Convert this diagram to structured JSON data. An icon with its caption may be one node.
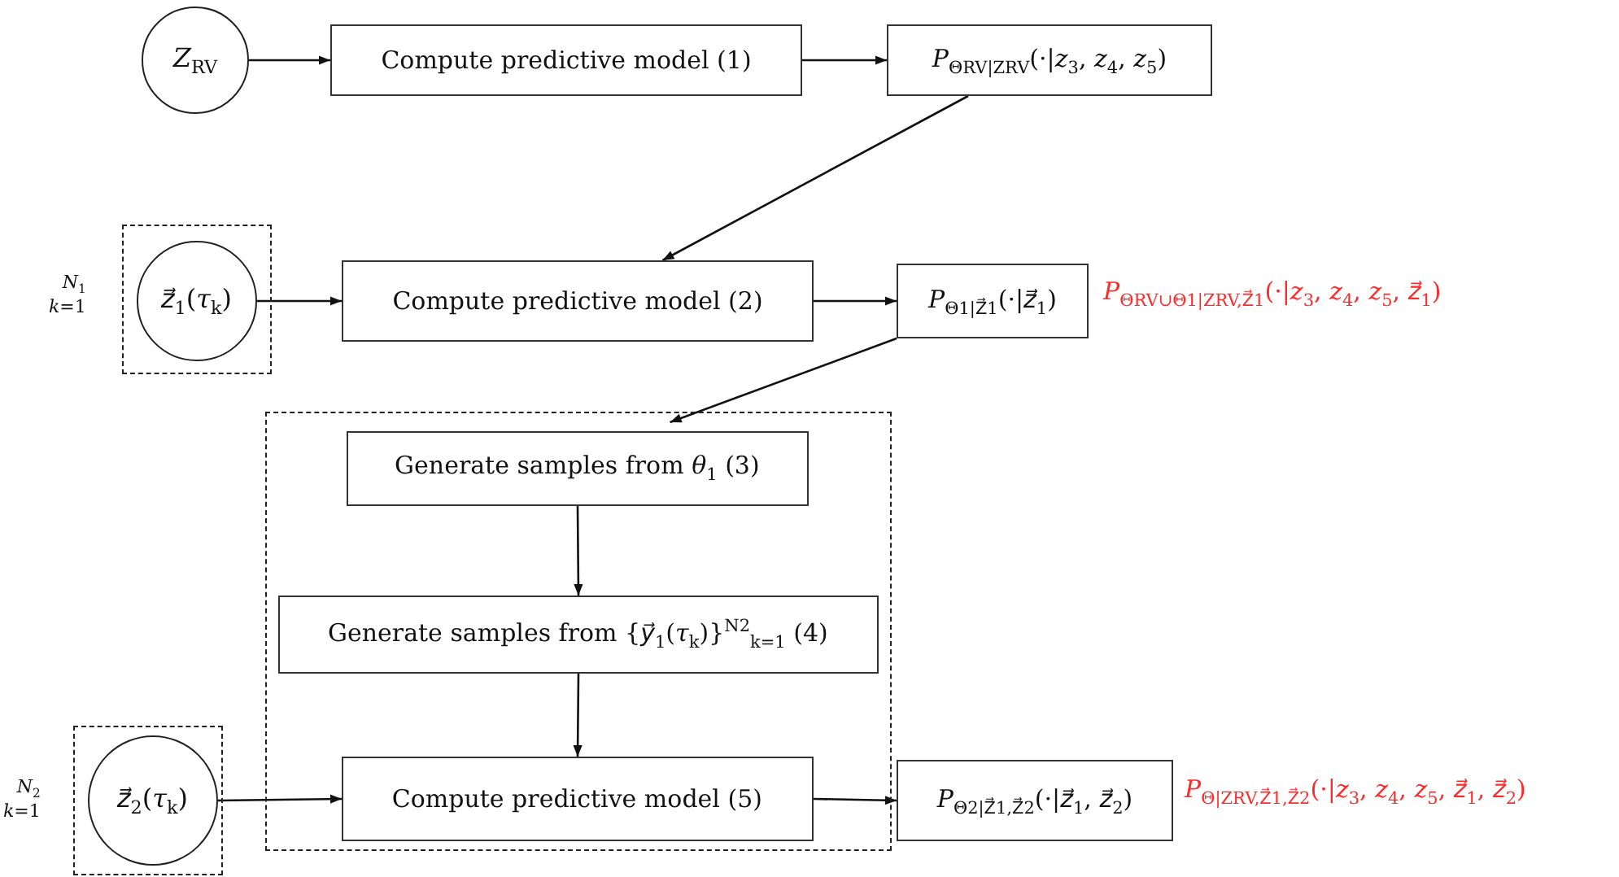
{
  "diagram": {
    "nodes": [
      {
        "text": [
          "*Z*$_{RV}$"
        ]
      },
      {
        "text": [
          "Compute predictive model (1)"
        ]
      },
      {
        "text": [
          "*P*$_{ΘRV|ZRV}$(·|*z*$_{3}$, *z*$_{4}$, *z*$_{5}$)"
        ]
      },
      {
        "text": [],
        "shape": "box",
        "beside": [
          "*N*$_{1}$",
          "*k*=1"
        ]
      },
      {
        "text": [
          "*z⃗*$_{1}$(*τ*$_{k}$)"
        ],
        "in": 3
      },
      {
        "text": [
          "Compute predictive model (2)"
        ]
      },
      {
        "text": [
          "*P*$_{Θ1|Z⃗1}$(·|*z⃗*$_{1}$)"
        ],
        "beside": [
          "*P*$_{ΘRV∪Θ1|ZRV,Z⃗1}$(·|*z*$_{3}$, *z*$_{4}$, *z*$_{5}$, *z⃗*$_{1}$)"
        ]
      },
      {
        "text": [],
        "shape": "box"
      },
      {
        "text": [
          "Generate samples from *θ*$_{1}$ (3)"
        ],
        "in": 7
      },
      {
        "text": [
          "Generate samples from {*y⃗*$_{1}$(*τ*$_{k}$)}$^{N2}$$_{k=1}$ (4)"
        ],
        "in": 7
      },
      {
        "text": [
          "Compute predictive model (5)"
        ],
        "in": 7
      },
      {
        "text": [],
        "shape": "box",
        "beside": [
          "*N*$_{2}$",
          "*k*=1"
        ]
      },
      {
        "text": [
          "*z⃗*$_{2}$(*τ*$_{k}$)"
        ],
        "in": 11
      },
      {
        "text": [
          "*P*$_{Θ2|Z⃗1,Z⃗2}$(·|*z⃗*$_{1}$, *z⃗*$_{2}$)"
        ],
        "beside": [
          "*P*$_{Θ|ZRV,Z⃗1,Z⃗2}$(·|*z*$_{3}$, *z*$_{4}$, *z*$_{5}$, *z⃗*$_{1}$, *z⃗*$_{2}$)"
        ]
      }
    ],
    "edges": [
      {
        "from": 0,
        "to": 1,
        "arrow": "to"
      },
      {
        "from": 1,
        "to": 2,
        "arrow": "to"
      },
      {
        "from": 2,
        "to": 5,
        "arrow": "to"
      },
      {
        "from": 4,
        "to": 5,
        "arrow": "to"
      },
      {
        "from": 5,
        "to": 6,
        "arrow": "to"
      },
      {
        "from": 6,
        "to": 8,
        "arrow": "to"
      },
      {
        "from": 8,
        "to": 9,
        "arrow": "to"
      },
      {
        "from": 9,
        "to": 10,
        "arrow": "to"
      },
      {
        "from": 12,
        "to": 10,
        "arrow": "to"
      },
      {
        "from": 10,
        "to": 13,
        "arrow": "to"
      }
    ]
  }
}
